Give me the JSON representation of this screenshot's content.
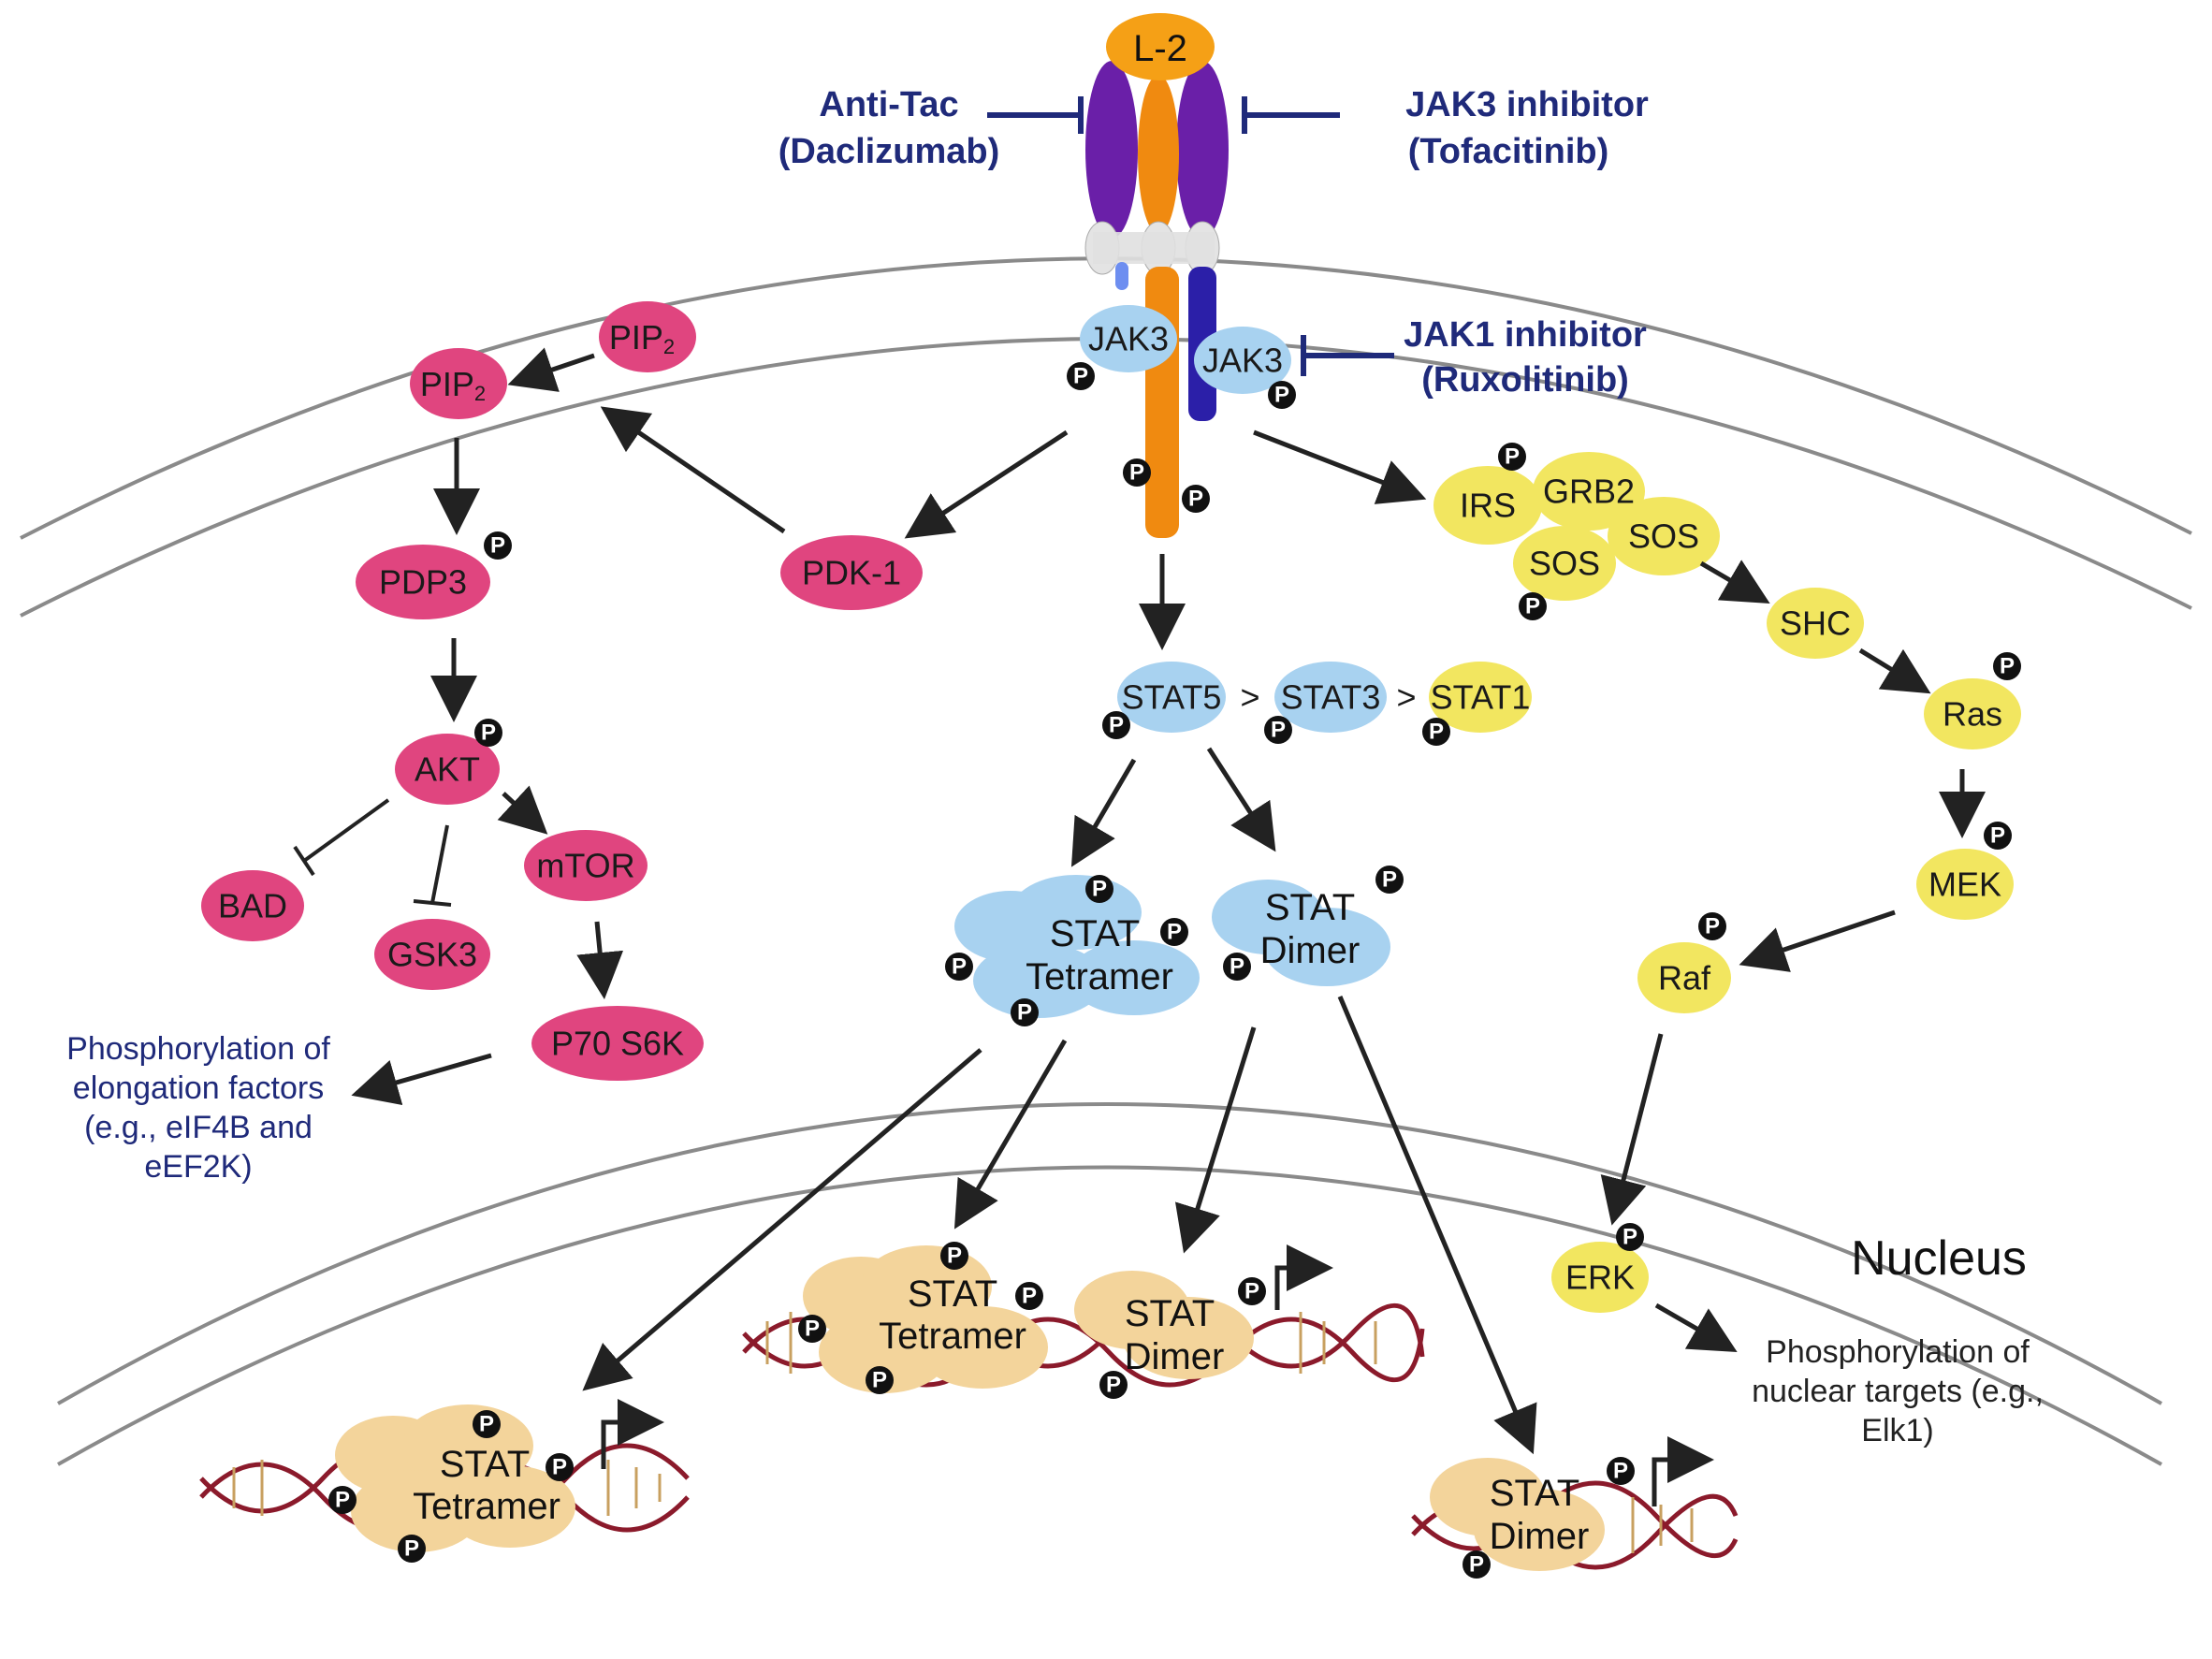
{
  "ligand": "L-2",
  "inhibitors": {
    "anti_tac": {
      "name": "Anti-Tac",
      "drug": "(Daclizumab)"
    },
    "jak3_inhibitor": {
      "name": "JAK3 inhibitor",
      "drug": "(Tofacitinib)"
    },
    "jak1_inhibitor": {
      "name": "JAK1 inhibitor",
      "drug": "(Ruxolitinib)"
    }
  },
  "receptor": {
    "jak_left": "JAK3",
    "jak_right": "JAK3"
  },
  "pi3k_pathway": {
    "pip2_top": "PIP",
    "pip2_top_sub": "2",
    "pip2_left": "PIP",
    "pip2_left_sub": "2",
    "pdk1": "PDK-1",
    "pdp3": "PDP3",
    "akt": "AKT",
    "bad": "BAD",
    "gsk3": "GSK3",
    "mtor": "mTOR",
    "p70s6k": "P70 S6K",
    "elongation_note": [
      "Phosphorylation of",
      "elongation factors",
      "(e.g., eIF4B and",
      "eEF2K)"
    ]
  },
  "stat_pathway": {
    "stat5": "STAT5",
    "gt1": ">",
    "stat3": "STAT3",
    "gt2": ">",
    "stat1": "STAT1",
    "tetramer": [
      "STAT",
      "Tetramer"
    ],
    "dimer": [
      "STAT",
      "Dimer"
    ]
  },
  "mapk_pathway": {
    "irs": "IRS",
    "grb2": "GRB2",
    "sos1": "SOS",
    "sos2": "SOS",
    "shc": "SHC",
    "ras": "Ras",
    "mek": "MEK",
    "raf": "Raf",
    "erk": "ERK",
    "nuclear_note": [
      "Phosphorylation of",
      "nuclear targets (e.g.,",
      "Elk1)"
    ]
  },
  "nucleus": {
    "label": "Nucleus",
    "tetramer_mid": [
      "STAT",
      "Tetramer"
    ],
    "dimer_mid": [
      "STAT",
      "Dimer"
    ],
    "tetramer_left": [
      "STAT",
      "Tetramer"
    ],
    "dimer_right": [
      "STAT",
      "Dimer"
    ]
  },
  "phospho_symbol": "P",
  "colors": {
    "pi3k": "#e0457f",
    "jak_stat": "#a8d2f0",
    "mapk": "#f2e660",
    "nuclear_stat": "#f3d49b",
    "receptor_purple": "#6a1fa8",
    "receptor_orange": "#f08a10",
    "ligand": "#f5a016",
    "inhibitor_text": "#1f2a7a",
    "dna": "#8b1a2b"
  }
}
